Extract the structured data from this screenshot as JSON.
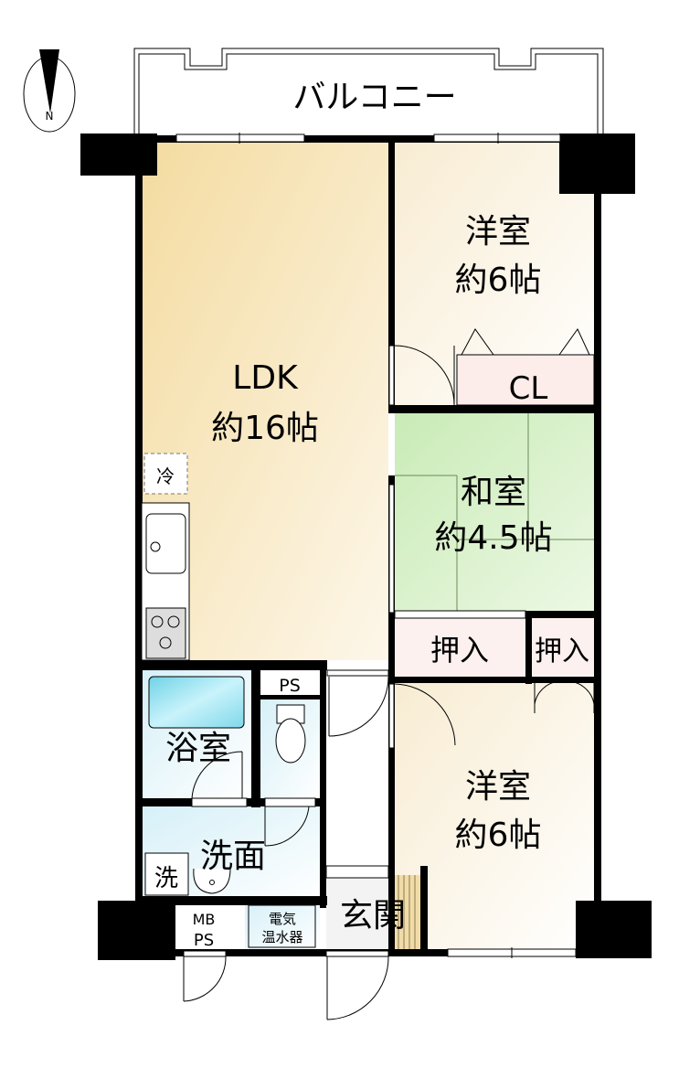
{
  "compass": {
    "label": "N"
  },
  "rooms": {
    "balcony": "バルコニー",
    "ldk": {
      "name": "LDK",
      "size": "約16帖"
    },
    "western_top": {
      "name": "洋室",
      "size": "約6帖"
    },
    "closet": "CL",
    "japanese": {
      "name": "和室",
      "size": "約4.5帖"
    },
    "oshiire_1": "押入",
    "oshiire_2": "押入",
    "western_bottom": {
      "name": "洋室",
      "size": "約6帖"
    },
    "bath": "浴室",
    "ps": "PS",
    "washroom": "洗面",
    "washer": "洗",
    "mbps": {
      "line1": "MB",
      "line2": "PS"
    },
    "water_heater": {
      "line1": "電気",
      "line2": "温水器"
    },
    "entrance": "玄関",
    "fridge": "冷"
  },
  "colors": {
    "ldk": "#f6dfa6",
    "western": "#fbf3e4",
    "japanese": "#d3efc4",
    "wet": "#dff3fa",
    "closet": "#fcecea"
  }
}
